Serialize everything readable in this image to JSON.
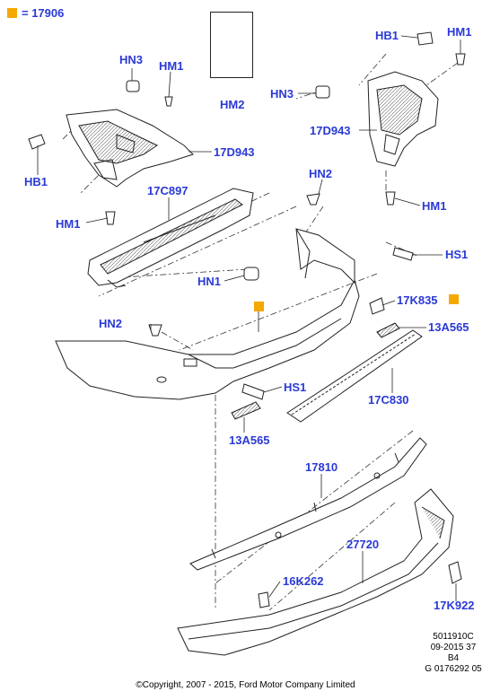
{
  "legend": {
    "text": "= 17906",
    "color": "#f5a800"
  },
  "labels": {
    "hn3_left": "HN3",
    "hm1_left_top": "HM1",
    "hb1_left": "HB1",
    "d943_left": "17D943",
    "hm1_left_bottom": "HM1",
    "c897": "17C897",
    "hm2": "HM2",
    "hb1_right": "HB1",
    "hm1_right_top": "HM1",
    "hn3_right": "HN3",
    "d943_right": "17D943",
    "hm1_right_bottom": "HM1",
    "hn2_top": "HN2",
    "hs1_right": "HS1",
    "hn1": "HN1",
    "k835": "17K835",
    "hn2_left": "HN2",
    "a565_right": "13A565",
    "hs1_center": "HS1",
    "c830": "17C830",
    "a565_bottom": "13A565",
    "p17810": "17810",
    "p27720": "27720",
    "k262": "16K262",
    "k922": "17K922"
  },
  "reference": {
    "line1": "5011910C",
    "line2": "09-2015 37",
    "line3": "B4",
    "line4": "G 0176292 05"
  },
  "copyright": "©Copyright, 2007 - 2015, Ford Motor Company Limited",
  "colors": {
    "label": "#2a39d6",
    "marker": "#f5a800",
    "line": "#222222"
  }
}
